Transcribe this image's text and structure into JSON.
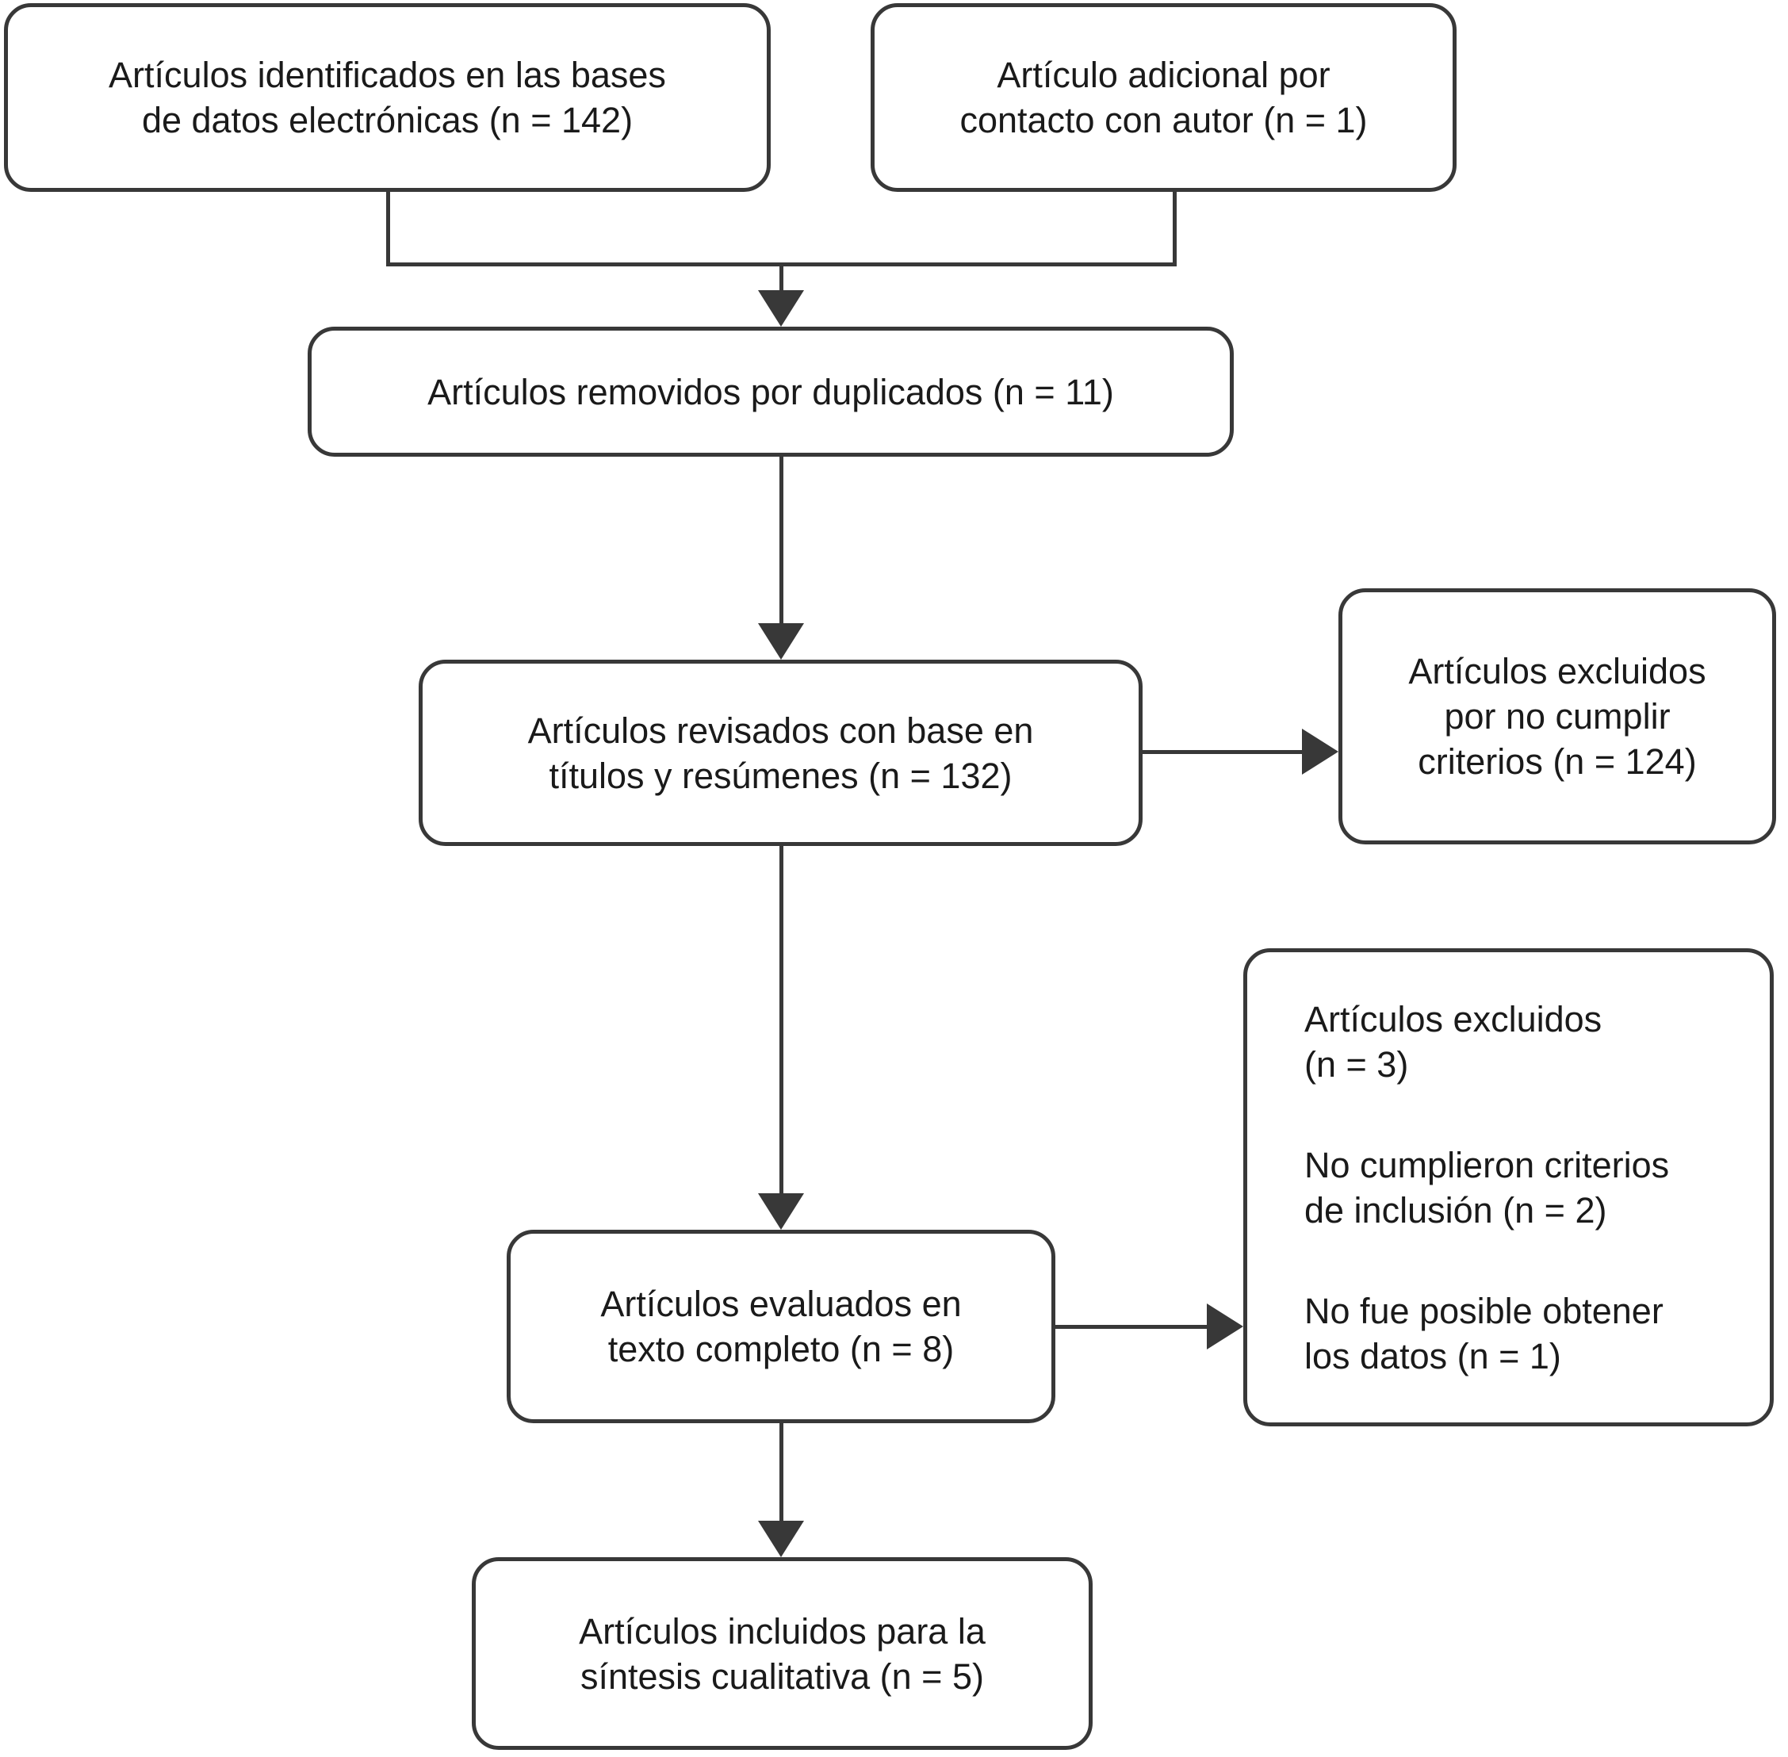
{
  "diagram": {
    "type": "prisma-style-flowchart",
    "language": "es",
    "colors": {
      "line": "#383838",
      "text": "#1a1a1a",
      "box_fill": "#ffffff",
      "background": "#ffffff"
    },
    "boxes": {
      "identified": {
        "lines": [
          "Artículos identificados en las bases",
          "de datos electrónicas (n = 142)"
        ],
        "n": 142
      },
      "additional": {
        "lines": [
          "Artículo adicional por",
          "contacto con autor (n = 1)"
        ],
        "n": 1
      },
      "duplicates_removed": {
        "lines": [
          "Artículos removidos por duplicados (n = 11)"
        ],
        "n": 11
      },
      "screened": {
        "lines": [
          "Artículos revisados con base en",
          "títulos y resúmenes (n = 132)"
        ],
        "n": 132
      },
      "excluded_criteria": {
        "lines": [
          "Artículos excluidos",
          "por no cumplir",
          "criterios (n = 124)"
        ],
        "n": 124
      },
      "fulltext": {
        "lines": [
          "Artículos evaluados en",
          "texto completo (n = 8)"
        ],
        "n": 8
      },
      "excluded_fulltext": {
        "paragraphs": [
          [
            "Artículos excluidos",
            "(n = 3)"
          ],
          [
            "No cumplieron criterios",
            "de inclusión (n = 2)"
          ],
          [
            "No fue posible obtener",
            "los datos (n = 1)"
          ]
        ],
        "n": 3
      },
      "included": {
        "lines": [
          "Artículos incluidos para la",
          "síntesis cualitativa (n = 5)"
        ],
        "n": 5
      }
    }
  }
}
